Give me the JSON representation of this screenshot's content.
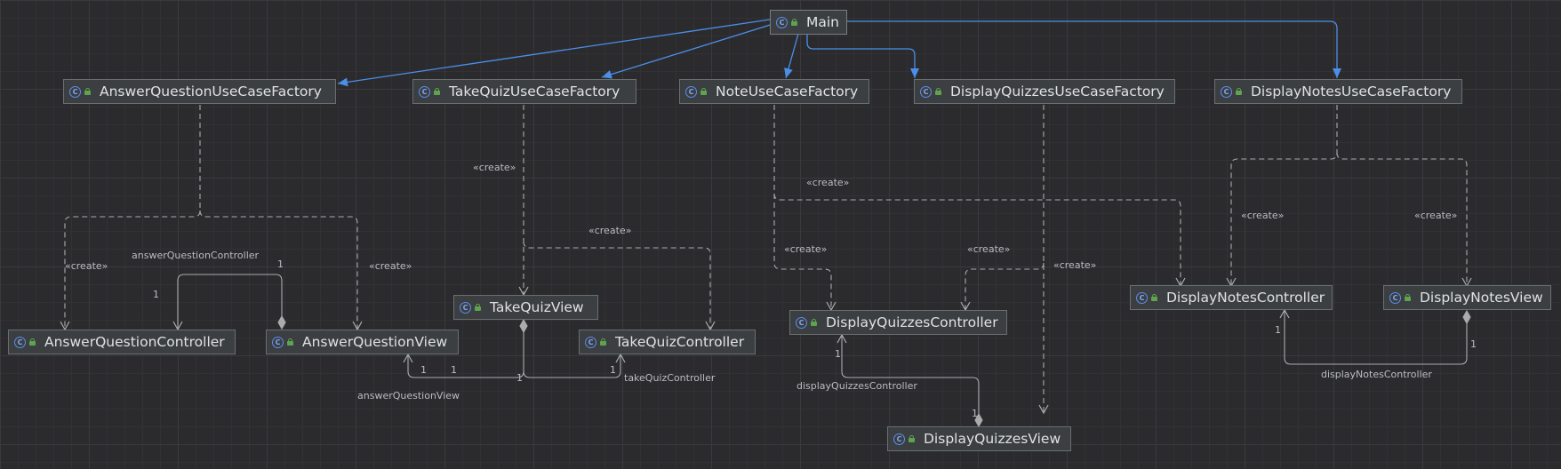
{
  "nodes": {
    "main": "Main",
    "answer_factory": "AnswerQuestionUseCaseFactory",
    "takequiz_factory": "TakeQuizUseCaseFactory",
    "note_factory": "NoteUseCaseFactory",
    "displayquizzes_factory": "DisplayQuizzesUseCaseFactory",
    "displaynotes_factory": "DisplayNotesUseCaseFactory",
    "answer_controller": "AnswerQuestionController",
    "answer_view": "AnswerQuestionView",
    "takequiz_view": "TakeQuizView",
    "takequiz_controller": "TakeQuizController",
    "displayquizzes_controller": "DisplayQuizzesController",
    "displayquizzes_view": "DisplayQuizzesView",
    "displaynotes_controller": "DisplayNotesController",
    "displaynotes_view": "DisplayNotesView"
  },
  "labels": {
    "create": "«create»",
    "answer_question_controller": "answerQuestionController",
    "answer_question_view": "answerQuestionView",
    "take_quiz_controller": "takeQuizController",
    "display_quizzes_controller": "displayQuizzesController",
    "display_notes_controller": "displayNotesController",
    "one": "1"
  },
  "icons": {
    "class_icon": "class-c-icon",
    "visibility_icon": "public-lock-icon"
  },
  "colors": {
    "background": "#2b2b2e",
    "node_fill": "#3c3f41",
    "node_border": "#6b6e70",
    "association_arrow": "#4a8fe8",
    "dependency_line": "#a9abad",
    "text": "#dfe1e5"
  }
}
